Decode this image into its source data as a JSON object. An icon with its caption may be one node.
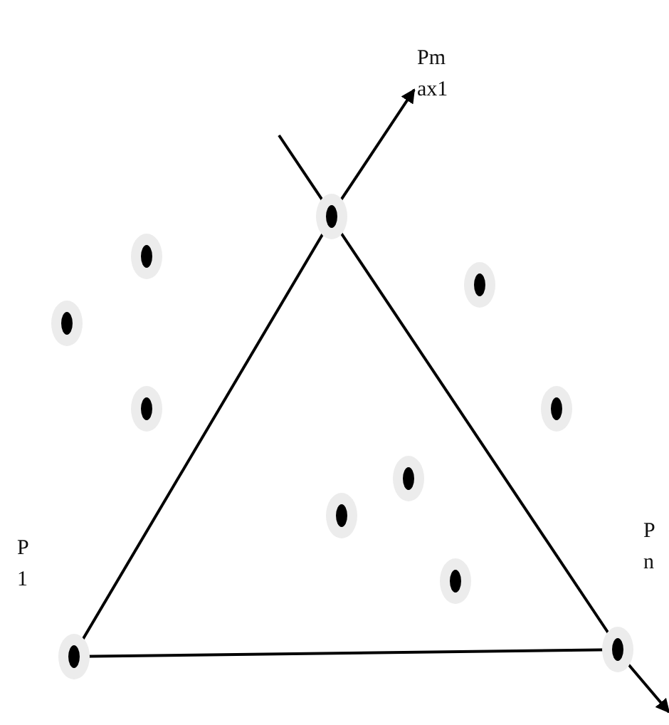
{
  "diagram": {
    "nodes": [
      {
        "text": [],
        "shape": "circle"
      },
      {
        "text": [],
        "shape": "circle"
      },
      {
        "text": [],
        "shape": "circle"
      },
      {
        "text": [],
        "shape": "circle"
      },
      {
        "text": [],
        "shape": "circle"
      },
      {
        "text": [],
        "shape": "circle"
      },
      {
        "text": [],
        "shape": "circle"
      },
      {
        "text": [],
        "shape": "circle"
      },
      {
        "text": [],
        "shape": "circle"
      },
      {
        "text": [],
        "shape": "circle",
        "beside": [
          "P n"
        ]
      },
      {
        "text": [],
        "shape": "circle",
        "beside": [
          "P 1"
        ]
      },
      {
        "text": [
          "Pm ax1"
        ]
      }
    ],
    "edges": [
      {
        "from": 10,
        "to": 0,
        "arrow": "none"
      },
      {
        "from": 0,
        "to": 11,
        "arrow": "to"
      },
      {
        "from": null,
        "to": 0,
        "arrow": "none"
      },
      {
        "from": 0,
        "to": 9,
        "arrow": "none"
      },
      {
        "from": 9,
        "to": null,
        "arrow": "to"
      },
      {
        "from": 10,
        "to": 9,
        "arrow": "none"
      }
    ]
  }
}
